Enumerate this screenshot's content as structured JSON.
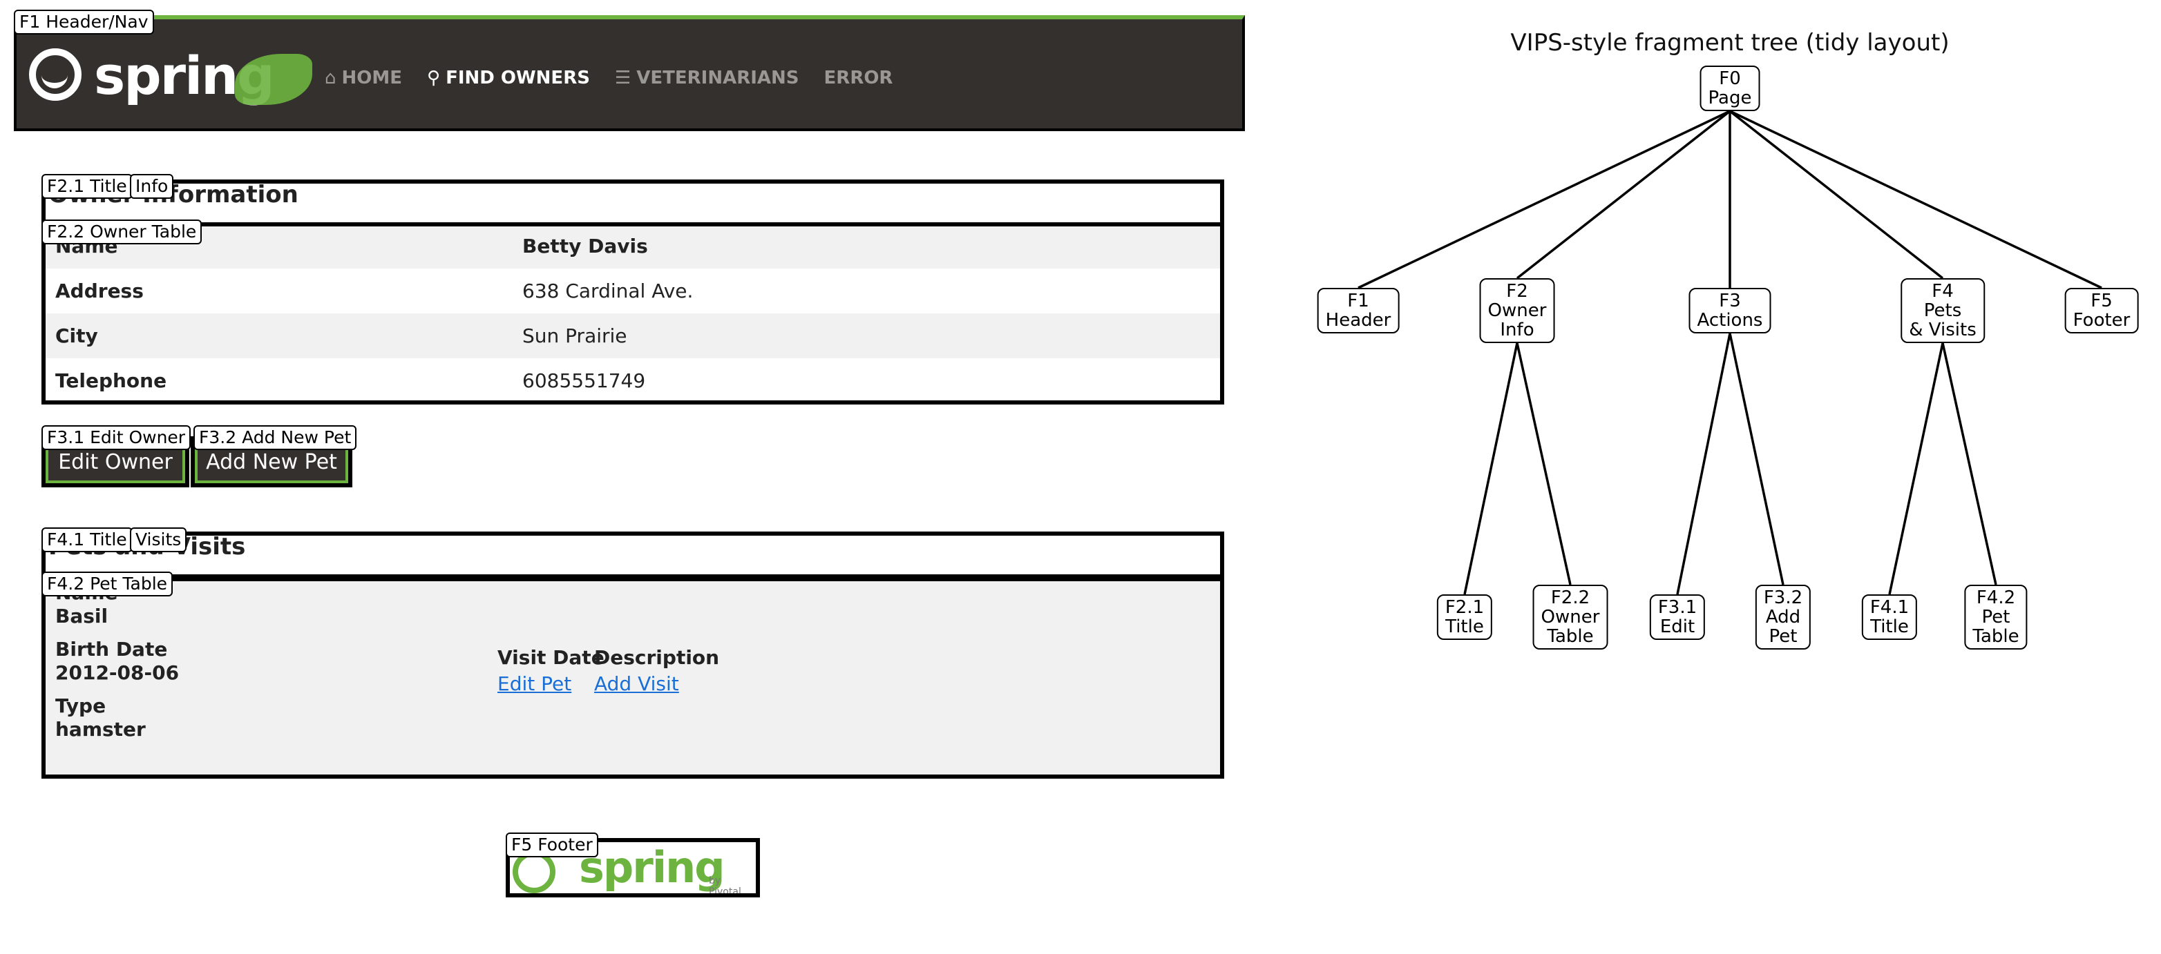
{
  "webpage": {
    "brand": "spring",
    "nav": [
      {
        "icon": "home-icon",
        "glyph": "⌂",
        "label": "HOME",
        "active": false
      },
      {
        "icon": "search-icon",
        "glyph": "⚲",
        "label": "FIND OWNERS",
        "active": true
      },
      {
        "icon": "list-icon",
        "glyph": "☰",
        "label": "VETERINARIANS",
        "active": false
      },
      {
        "icon": "",
        "glyph": "",
        "label": "ERROR",
        "active": false
      }
    ],
    "owner_info_title": "Owner Information",
    "owner_rows": [
      {
        "label": "Name",
        "value": "Betty Davis"
      },
      {
        "label": "Address",
        "value": "638 Cardinal Ave."
      },
      {
        "label": "City",
        "value": "Sun Prairie"
      },
      {
        "label": "Telephone",
        "value": "6085551749"
      }
    ],
    "buttons": {
      "edit_owner": "Edit Owner",
      "add_new_pet": "Add New Pet"
    },
    "pets_title": "Pets and Visits",
    "pet": {
      "name_label": "Name",
      "name": "Basil",
      "birth_label": "Birth Date",
      "birth": "2012-08-06",
      "type_label": "Type",
      "type": "hamster"
    },
    "visit_headers": {
      "date": "Visit Date",
      "description": "Description"
    },
    "pet_links": {
      "edit_pet": "Edit Pet",
      "add_visit": "Add Visit"
    },
    "footer_brand": "spring",
    "footer_by": "by Pivotal."
  },
  "fragment_labels": {
    "f1": "F1 Header/Nav",
    "f21": "F2.1 Title",
    "f21_overlap": "Info",
    "f22": "F2.2 Owner Table",
    "f31": "F3.1 Edit Owner",
    "f32": "F3.2 Add New Pet",
    "f41": "F4.1 Title",
    "f41_overlap": "Visits",
    "f42": "F4.2 Pet Table",
    "f5": "F5 Footer"
  },
  "tree": {
    "title": "VIPS-style fragment tree (tidy layout)",
    "nodes": [
      {
        "id": "F0",
        "label": "F0\nPage"
      },
      {
        "id": "F1",
        "label": "F1\nHeader"
      },
      {
        "id": "F2",
        "label": "F2\nOwner\nInfo"
      },
      {
        "id": "F3",
        "label": "F3\nActions"
      },
      {
        "id": "F4",
        "label": "F4\nPets\n& Visits"
      },
      {
        "id": "F5",
        "label": "F5\nFooter"
      },
      {
        "id": "F2.1",
        "label": "F2.1\nTitle"
      },
      {
        "id": "F2.2",
        "label": "F2.2\nOwner\nTable"
      },
      {
        "id": "F3.1",
        "label": "F3.1\nEdit"
      },
      {
        "id": "F3.2",
        "label": "F3.2\nAdd\nPet"
      },
      {
        "id": "F4.1",
        "label": "F4.1\nTitle"
      },
      {
        "id": "F4.2",
        "label": "F4.2\nPet\nTable"
      }
    ],
    "edges": [
      [
        "F0",
        "F1"
      ],
      [
        "F0",
        "F2"
      ],
      [
        "F0",
        "F3"
      ],
      [
        "F0",
        "F4"
      ],
      [
        "F0",
        "F5"
      ],
      [
        "F2",
        "F2.1"
      ],
      [
        "F2",
        "F2.2"
      ],
      [
        "F3",
        "F3.1"
      ],
      [
        "F3",
        "F3.2"
      ],
      [
        "F4",
        "F4.1"
      ],
      [
        "F4",
        "F4.2"
      ]
    ]
  }
}
